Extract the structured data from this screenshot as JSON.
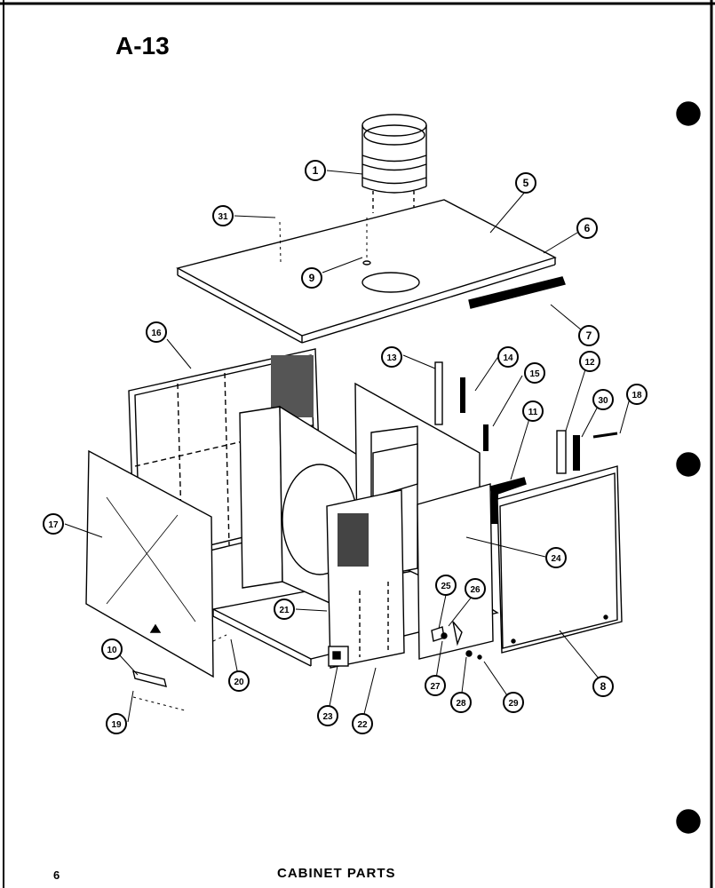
{
  "header": {
    "diagram_id": "A-13"
  },
  "footer": {
    "page_number": "6",
    "section_title": "CABINET  PARTS"
  },
  "callouts": [
    "1",
    "5",
    "6",
    "31",
    "9",
    "7",
    "16",
    "13",
    "14",
    "15",
    "12",
    "30",
    "18",
    "11",
    "17",
    "21",
    "24",
    "25",
    "26",
    "10",
    "19",
    "20",
    "23",
    "22",
    "27",
    "28",
    "29",
    "8"
  ],
  "colors": {
    "ink": "#000000",
    "paper": "#ffffff",
    "panel": "#ffffff"
  }
}
